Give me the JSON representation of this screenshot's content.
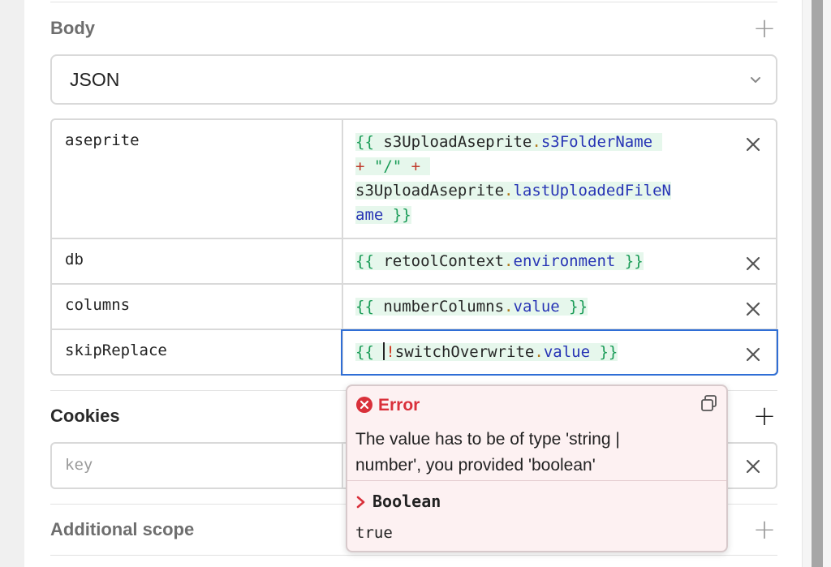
{
  "sections": {
    "body": {
      "title": "Body"
    },
    "cookies": {
      "title": "Cookies"
    },
    "additional_scope": {
      "title": "Additional scope"
    }
  },
  "body_type": {
    "selected": "JSON"
  },
  "params": [
    {
      "key": "aseprite",
      "value_lines": [
        "{{ s3UploadAseprite.s3FolderName",
        "+ \"/\" +",
        "s3UploadAseprite.lastUploadedFileN",
        "ame }}"
      ]
    },
    {
      "key": "db",
      "value": "{{ retoolContext.environment }}"
    },
    {
      "key": "columns",
      "value": "{{ numberColumns.value }}"
    },
    {
      "key": "skipReplace",
      "value": "{{ !switchOverwrite.value }}"
    }
  ],
  "cookies": {
    "key_placeholder": "key"
  },
  "error_tooltip": {
    "title": "Error",
    "message_line1": "The value has to be of type 'string |",
    "message_line2": "number', you provided 'boolean'",
    "type_label": "Boolean",
    "type_value": "true"
  },
  "icons": {
    "add": "plus-icon",
    "remove": "close-icon",
    "dropdown": "chevron-down-icon",
    "error": "error-circle-icon",
    "copy": "copy-icon",
    "expand": "chevron-right-icon"
  },
  "colors": {
    "brace": "#1b9c58",
    "property": "#2734b5",
    "operator": "#c0392b",
    "error": "#d9303a",
    "focus": "#2f6ed6"
  }
}
